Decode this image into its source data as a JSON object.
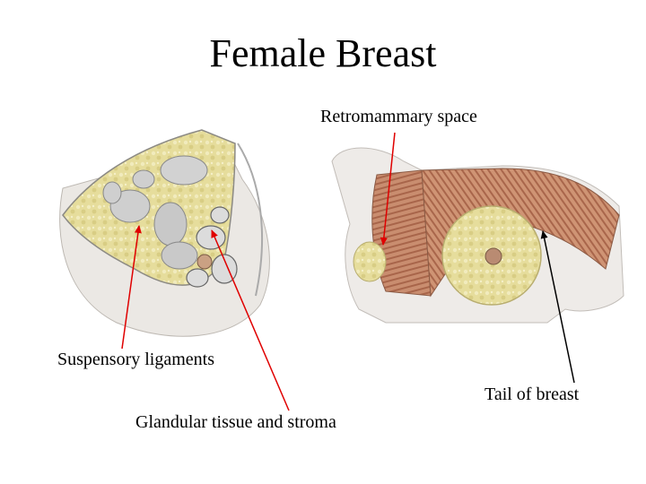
{
  "title": "Female Breast",
  "labels": {
    "retromammary_space": "Retromammary space",
    "suspensory_ligaments": "Suspensory ligaments",
    "tail_of_breast": "Tail of breast",
    "glandular_tissue_stroma": "Glandular tissue and  stroma"
  },
  "colors": {
    "arrow_red": "#e00000",
    "arrow_black": "#000000",
    "fat_yellow": "#e8dfa0",
    "muscle": "#c98a6a",
    "skin": "#ece8e4"
  }
}
